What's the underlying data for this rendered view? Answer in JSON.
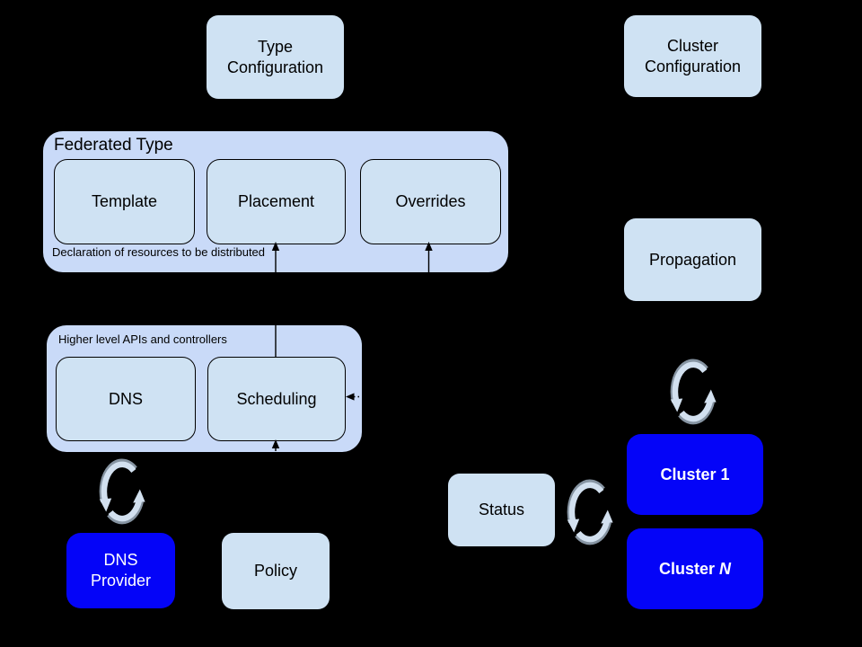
{
  "diagram": {
    "kind": "federation-architecture-diagram",
    "background": "#000000"
  },
  "colors": {
    "group_fill": "#c9daf8",
    "box_fill": "#cfe2f3",
    "blue_fill": "#0404f8",
    "box_border": "#000000",
    "text_dark": "#000000",
    "text_light": "#ffffff",
    "sync_icon_light": "#d2e0ef",
    "sync_icon_shadow": "#8e9cab",
    "arrow": "#000000"
  },
  "boxes": {
    "type_configuration": {
      "lines": [
        "Type",
        "Configuration"
      ]
    },
    "cluster_configuration": {
      "lines": [
        "Cluster",
        "Configuration"
      ]
    },
    "propagation": {
      "label": "Propagation"
    },
    "template": {
      "label": "Template"
    },
    "placement": {
      "label": "Placement"
    },
    "overrides": {
      "label": "Overrides"
    },
    "dns": {
      "label": "DNS"
    },
    "scheduling": {
      "label": "Scheduling"
    },
    "dns_provider": {
      "lines": [
        "DNS",
        "Provider"
      ]
    },
    "policy": {
      "label": "Policy"
    },
    "status": {
      "label": "Status"
    },
    "cluster_1": {
      "label": "Cluster 1"
    },
    "cluster_n": {
      "prefix": "Cluster ",
      "suffix_italic": "N"
    }
  },
  "groups": {
    "federated_type": {
      "title": "Federated Type",
      "caption": "Declaration of resources to be distributed"
    },
    "higher_level": {
      "title": "Higher level APIs and controllers"
    }
  },
  "icons": {
    "sync": "circular-sync-arrows"
  }
}
